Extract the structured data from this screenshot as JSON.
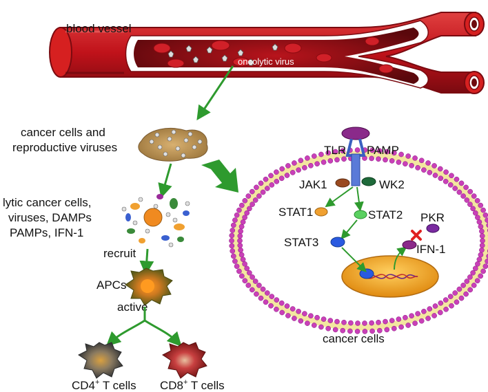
{
  "labels": {
    "blood_vessel": "blood vessel",
    "oncolytic_virus": "oncolytic virus",
    "cancer_cells_reproductive_1": "cancer cells and",
    "cancer_cells_reproductive_2": "reproductive viruses",
    "lytic_1": "lytic cancer cells,",
    "lytic_2": "viruses, DAMPs",
    "lytic_3": "PAMPs, IFN-1",
    "recruit": "recruit",
    "apcs": "APCs",
    "active": "active",
    "cd4_prefix": "CD4",
    "cd4_sup": "+",
    "cd4_suffix": " T cells",
    "cd8_prefix": "CD8",
    "cd8_sup": "+",
    "cd8_suffix": " T cells",
    "tlr": "TLR",
    "pamp": "PAMP",
    "jak1": "JAK1",
    "wk2": "WK2",
    "stat1": "STAT1",
    "stat2": "STAT2",
    "stat3": "STAT3",
    "pkr": "PKR",
    "ifn1": "IFN-1",
    "cancer_cells": "cancer cells"
  },
  "colors": {
    "vessel_red": "#c0121a",
    "vessel_dark": "#6e0a0e",
    "arrow_green": "#2e9a2e",
    "membrane_pink": "#c940b8",
    "nucleus_orange": "#f0a020",
    "cd4_gray": "#6a6a6a",
    "cd8_red": "#b83030",
    "apc_olive": "#6a6a18"
  }
}
